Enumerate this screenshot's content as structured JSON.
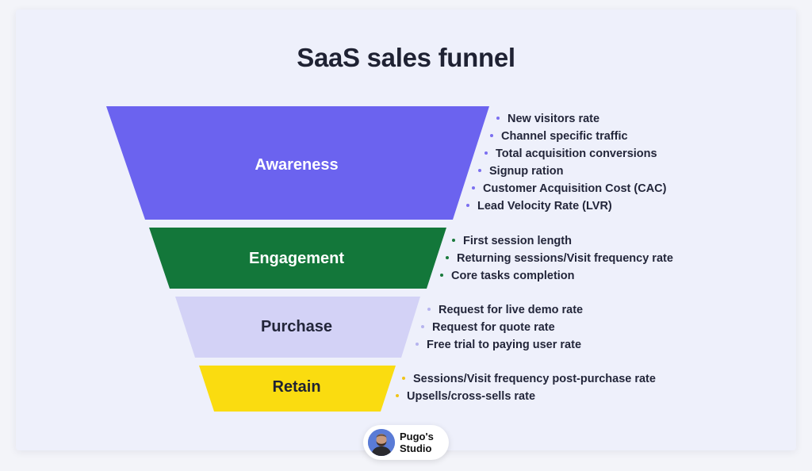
{
  "title": "SaaS sales funnel",
  "stages": [
    {
      "label": "Awareness",
      "color": "#6b63ef",
      "text_color": "#ffffff",
      "dot_color": "#7b6ff0",
      "metrics": [
        "New visitors rate",
        "Channel specific traffic",
        "Total acquisition conversions",
        "Signup ration",
        "Customer Acquisition Cost (CAC)",
        "Lead Velocity Rate (LVR)"
      ]
    },
    {
      "label": "Engagement",
      "color": "#13773a",
      "text_color": "#ffffff",
      "dot_color": "#1a7a3c",
      "metrics": [
        "First session length",
        "Returning sessions/Visit frequency rate",
        "Core tasks completion"
      ]
    },
    {
      "label": "Purchase",
      "color": "#d3d2f6",
      "text_color": "#23263a",
      "dot_color": "#b6b4ee",
      "metrics": [
        "Request for live demo rate",
        "Request for quote rate",
        "Free trial to paying user rate"
      ]
    },
    {
      "label": "Retain",
      "color": "#fadc10",
      "text_color": "#1f2233",
      "dot_color": "#f0c419",
      "metrics": [
        "Sessions/Visit frequency post-purchase rate",
        "Upsells/cross-sells rate"
      ]
    }
  ],
  "brand": {
    "line1": "Pugo's",
    "line2": "Studio"
  }
}
